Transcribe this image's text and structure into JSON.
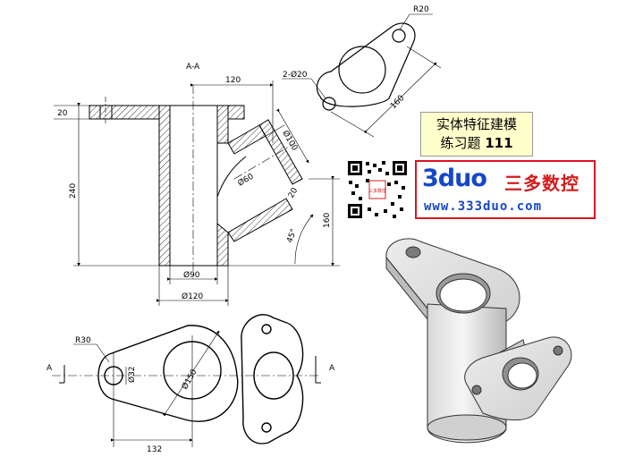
{
  "section_label": "A-A",
  "cut_marker": "A",
  "dimensions": {
    "flange_thickness": "20",
    "total_height": "240",
    "top_width": "120",
    "bore_diameter": "Ø90",
    "body_diameter": "Ø120",
    "branch_outer": "Ø100",
    "branch_inner": "Ø60",
    "branch_flange": "20",
    "branch_height": "160",
    "branch_angle": "45°",
    "top_hole_count": "2-Ø20",
    "top_radius": "R20",
    "top_length": "160",
    "plan_radius": "R30",
    "plan_hole": "Ø32",
    "plan_bore": "Ø150",
    "plan_length": "132"
  },
  "title_box": {
    "line1": "实体特征建模",
    "line2_prefix": "练习题",
    "line2_num": "111"
  },
  "logo": {
    "brand_part1": "3",
    "brand_part2": "duo",
    "brand_cn": "三多数控",
    "url": "www.333duo.com",
    "qr_text": "三多数控"
  },
  "colors": {
    "title_bg": "#ffffcc",
    "logo_border": "#dd1122",
    "brand_blue": "#1547c8",
    "brand_red": "#d41c1c"
  }
}
